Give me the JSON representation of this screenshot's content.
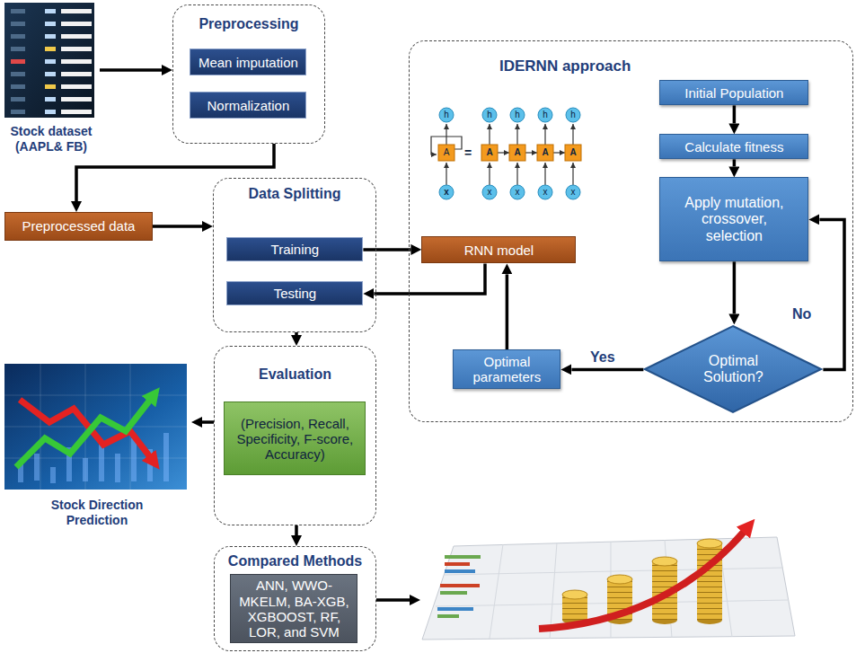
{
  "diagram": {
    "nodes": [
      {
        "text": [
          "Stock dataset (AAPL& FB)"
        ]
      },
      {
        "text": [
          "Preprocessing"
        ]
      },
      {
        "text": [
          "Mean imputation"
        ],
        "in": 1
      },
      {
        "text": [
          "Normalization"
        ],
        "in": 1
      },
      {
        "text": [
          "IDERNN approach"
        ]
      },
      {
        "text": [
          "Initial Population"
        ],
        "in": 4
      },
      {
        "text": [
          "Calculate fitness"
        ],
        "in": 4
      },
      {
        "text": [
          "RNN model"
        ],
        "in": 4
      },
      {
        "text": [
          "Apply mutation, crossover, selection"
        ],
        "in": 4
      },
      {
        "text": [
          "Preprocessed data"
        ]
      },
      {
        "text": [
          "Data Splitting"
        ]
      },
      {
        "text": [
          "Training"
        ],
        "in": 10
      },
      {
        "text": [
          "Testing"
        ],
        "in": 10
      },
      {
        "text": [
          "Optimal Solution?"
        ],
        "in": 4
      },
      {
        "text": [
          "Optimal parameters"
        ],
        "in": 4
      },
      {
        "text": [
          "Evaluation"
        ]
      },
      {
        "text": [
          "(Precision, Recall, Specificity, F-score, Accuracy)"
        ],
        "in": 15
      },
      {
        "text": [
          "Stock Direction Prediction"
        ]
      },
      {
        "text": [
          "Compared Methods"
        ]
      },
      {
        "text": [
          "ANN, WWO-MKELM, BA-XGB, XGBOOST, RF, LOR, and SVM"
        ],
        "in": 18
      }
    ],
    "edges": [
      {
        "from": 0,
        "to": 1,
        "arrow": "to"
      },
      {
        "from": 1,
        "to": 9,
        "arrow": "to"
      },
      {
        "from": 9,
        "to": 10,
        "arrow": "to"
      },
      {
        "from": 11,
        "to": 7,
        "arrow": "to"
      },
      {
        "from": 7,
        "to": 12,
        "arrow": "to"
      },
      {
        "from": 5,
        "to": 6,
        "arrow": "to"
      },
      {
        "from": 6,
        "to": 8,
        "arrow": "to"
      },
      {
        "from": 8,
        "to": 13,
        "arrow": "to"
      },
      {
        "from": 13,
        "to": 8,
        "label": "No",
        "arrow": "to"
      },
      {
        "from": 13,
        "to": 14,
        "label": "Yes",
        "arrow": "to"
      },
      {
        "from": 14,
        "to": 7,
        "arrow": "to"
      },
      {
        "from": 10,
        "to": 15,
        "arrow": "to"
      },
      {
        "from": 15,
        "to": 17,
        "arrow": "to"
      },
      {
        "from": 15,
        "to": 18,
        "arrow": "to"
      }
    ],
    "labels": [
      "h",
      "A",
      "x",
      "=",
      "h",
      "A",
      "x",
      "h",
      "A",
      "x",
      "h",
      "A",
      "x",
      "h",
      "A",
      "x"
    ]
  }
}
